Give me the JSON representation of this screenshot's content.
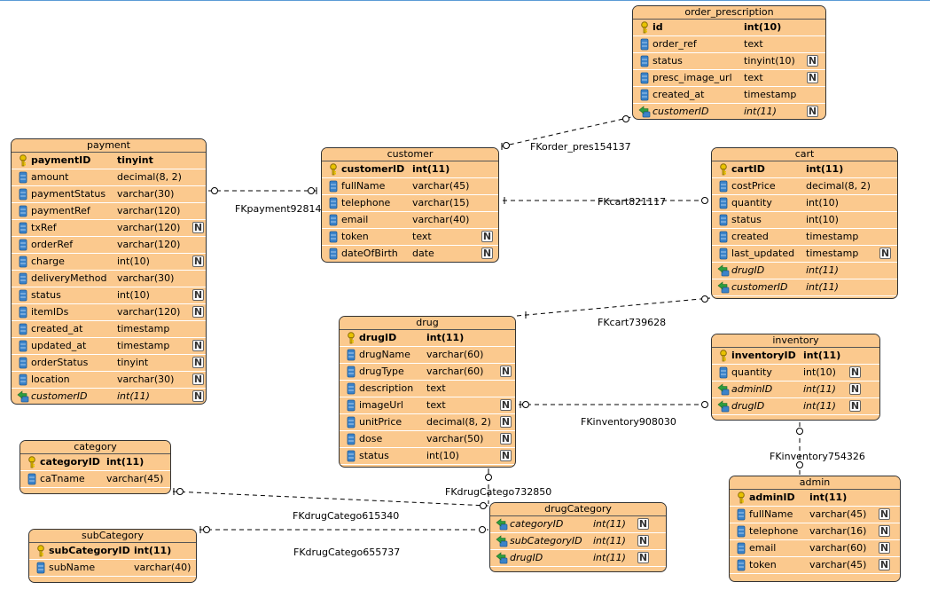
{
  "entities": [
    {
      "name": "order_prescription",
      "columns": [
        {
          "name": "id",
          "type": "int(10)",
          "key": "pk",
          "nullable": false
        },
        {
          "name": "order_ref",
          "type": "text",
          "key": "",
          "nullable": false
        },
        {
          "name": "status",
          "type": "tinyint(10)",
          "key": "",
          "nullable": true
        },
        {
          "name": "presc_image_url",
          "type": "text",
          "key": "",
          "nullable": true
        },
        {
          "name": "created_at",
          "type": "timestamp",
          "key": "",
          "nullable": false
        },
        {
          "name": "customerID",
          "type": "int(11)",
          "key": "fk",
          "nullable": true
        }
      ]
    },
    {
      "name": "payment",
      "columns": [
        {
          "name": "paymentID",
          "type": "tinyint",
          "key": "pk",
          "nullable": false
        },
        {
          "name": "amount",
          "type": "decimal(8, 2)",
          "key": "",
          "nullable": false
        },
        {
          "name": "paymentStatus",
          "type": "varchar(30)",
          "key": "",
          "nullable": false
        },
        {
          "name": "paymentRef",
          "type": "varchar(120)",
          "key": "",
          "nullable": false
        },
        {
          "name": "txRef",
          "type": "varchar(120)",
          "key": "",
          "nullable": true
        },
        {
          "name": "orderRef",
          "type": "varchar(120)",
          "key": "",
          "nullable": false
        },
        {
          "name": "charge",
          "type": "int(10)",
          "key": "",
          "nullable": true
        },
        {
          "name": "deliveryMethod",
          "type": "varchar(30)",
          "key": "",
          "nullable": false
        },
        {
          "name": "status",
          "type": "int(10)",
          "key": "",
          "nullable": true
        },
        {
          "name": "itemIDs",
          "type": "varchar(120)",
          "key": "",
          "nullable": true
        },
        {
          "name": "created_at",
          "type": "timestamp",
          "key": "",
          "nullable": false
        },
        {
          "name": "updated_at",
          "type": "timestamp",
          "key": "",
          "nullable": true
        },
        {
          "name": "orderStatus",
          "type": "tinyint",
          "key": "",
          "nullable": true
        },
        {
          "name": "location",
          "type": "varchar(30)",
          "key": "",
          "nullable": true
        },
        {
          "name": "customerID",
          "type": "int(11)",
          "key": "fk",
          "nullable": true
        }
      ]
    },
    {
      "name": "customer",
      "columns": [
        {
          "name": "customerID",
          "type": "int(11)",
          "key": "pk",
          "nullable": false
        },
        {
          "name": "fullName",
          "type": "varchar(45)",
          "key": "",
          "nullable": false
        },
        {
          "name": "telephone",
          "type": "varchar(15)",
          "key": "",
          "nullable": false
        },
        {
          "name": "email",
          "type": "varchar(40)",
          "key": "",
          "nullable": false
        },
        {
          "name": "token",
          "type": "text",
          "key": "",
          "nullable": true
        },
        {
          "name": "dateOfBirth",
          "type": "date",
          "key": "",
          "nullable": true
        }
      ]
    },
    {
      "name": "cart",
      "columns": [
        {
          "name": "cartID",
          "type": "int(11)",
          "key": "pk",
          "nullable": false
        },
        {
          "name": "costPrice",
          "type": "decimal(8, 2)",
          "key": "",
          "nullable": false
        },
        {
          "name": "quantity",
          "type": "int(10)",
          "key": "",
          "nullable": false
        },
        {
          "name": "status",
          "type": "int(10)",
          "key": "",
          "nullable": false
        },
        {
          "name": "created",
          "type": "timestamp",
          "key": "",
          "nullable": false
        },
        {
          "name": "last_updated",
          "type": "timestamp",
          "key": "",
          "nullable": true
        },
        {
          "name": "drugID",
          "type": "int(11)",
          "key": "fk",
          "nullable": false
        },
        {
          "name": "customerID",
          "type": "int(11)",
          "key": "fk",
          "nullable": false
        }
      ]
    },
    {
      "name": "drug",
      "columns": [
        {
          "name": "drugID",
          "type": "int(11)",
          "key": "pk",
          "nullable": false
        },
        {
          "name": "drugName",
          "type": "varchar(60)",
          "key": "",
          "nullable": false
        },
        {
          "name": "drugType",
          "type": "varchar(60)",
          "key": "",
          "nullable": true
        },
        {
          "name": "description",
          "type": "text",
          "key": "",
          "nullable": false
        },
        {
          "name": "imageUrl",
          "type": "text",
          "key": "",
          "nullable": true
        },
        {
          "name": "unitPrice",
          "type": "decimal(8, 2)",
          "key": "",
          "nullable": true
        },
        {
          "name": "dose",
          "type": "varchar(50)",
          "key": "",
          "nullable": true
        },
        {
          "name": "status",
          "type": "int(10)",
          "key": "",
          "nullable": true
        }
      ]
    },
    {
      "name": "inventory",
      "columns": [
        {
          "name": "inventoryID",
          "type": "int(11)",
          "key": "pk",
          "nullable": false
        },
        {
          "name": "quantity",
          "type": "int(10)",
          "key": "",
          "nullable": true
        },
        {
          "name": "adminID",
          "type": "int(11)",
          "key": "fk",
          "nullable": true
        },
        {
          "name": "drugID",
          "type": "int(11)",
          "key": "fk",
          "nullable": true
        }
      ]
    },
    {
      "name": "category",
      "columns": [
        {
          "name": "categoryID",
          "type": "int(11)",
          "key": "pk",
          "nullable": false
        },
        {
          "name": "caTname",
          "type": "varchar(45)",
          "key": "",
          "nullable": false
        }
      ]
    },
    {
      "name": "admin",
      "columns": [
        {
          "name": "adminID",
          "type": "int(11)",
          "key": "pk",
          "nullable": false
        },
        {
          "name": "fullName",
          "type": "varchar(45)",
          "key": "",
          "nullable": true
        },
        {
          "name": "telephone",
          "type": "varchar(16)",
          "key": "",
          "nullable": true
        },
        {
          "name": "email",
          "type": "varchar(60)",
          "key": "",
          "nullable": true
        },
        {
          "name": "token",
          "type": "varchar(45)",
          "key": "",
          "nullable": true
        }
      ]
    },
    {
      "name": "drugCategory",
      "columns": [
        {
          "name": "categoryID",
          "type": "int(11)",
          "key": "fk",
          "nullable": true
        },
        {
          "name": "subCategoryID",
          "type": "int(11)",
          "key": "fk",
          "nullable": true
        },
        {
          "name": "drugID",
          "type": "int(11)",
          "key": "fk",
          "nullable": true
        }
      ]
    },
    {
      "name": "subCategory",
      "columns": [
        {
          "name": "subCategoryID",
          "type": "int(11)",
          "key": "pk",
          "nullable": false
        },
        {
          "name": "subName",
          "type": "varchar(40)",
          "key": "",
          "nullable": false
        }
      ]
    }
  ],
  "relationships": [
    {
      "name": "FKorder_pres154137"
    },
    {
      "name": "FKpayment92814"
    },
    {
      "name": "FKcart821117"
    },
    {
      "name": "FKcart739628"
    },
    {
      "name": "FKinventory908030"
    },
    {
      "name": "FKinventory754326"
    },
    {
      "name": "FKdrugCatego732850"
    },
    {
      "name": "FKdrugCatego615340"
    },
    {
      "name": "FKdrugCatego655737"
    }
  ],
  "nullable_badge": "N",
  "colors": {
    "entity_fill": "#fbc98e",
    "key_icon": "#e8c200",
    "column_icon": "#3b83c9",
    "fk_arrow": "#2e9e3e"
  }
}
